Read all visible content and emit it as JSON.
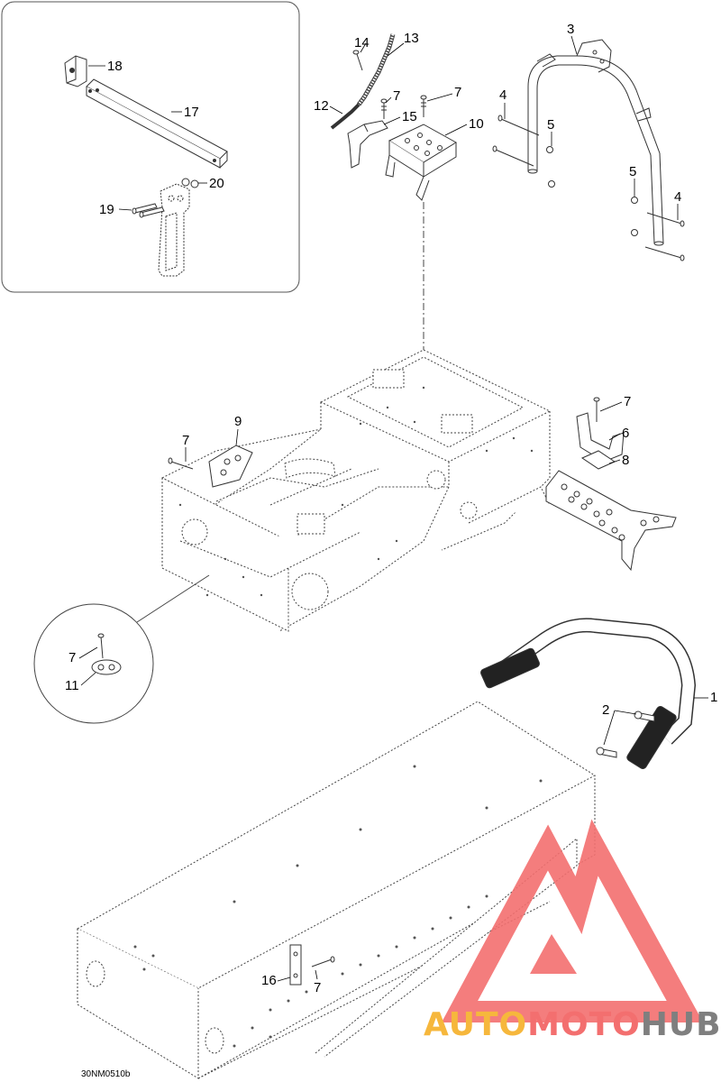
{
  "diagram": {
    "reference_code": "30NM0510b",
    "callouts": {
      "c1": "1",
      "c2": "2",
      "c3": "3",
      "c4a": "4",
      "c4b": "4",
      "c5a": "5",
      "c5b": "5",
      "c6": "6",
      "c7a": "7",
      "c7b": "7",
      "c7c": "7",
      "c7d": "7",
      "c7e": "7",
      "c7f": "7",
      "c8": "8",
      "c9": "9",
      "c10": "10",
      "c11": "11",
      "c12": "12",
      "c13": "13",
      "c14": "14",
      "c15": "15",
      "c16": "16",
      "c17": "17",
      "c18": "18",
      "c19": "19",
      "c20": "20"
    }
  },
  "watermark": {
    "text_part1": "AUTO",
    "text_part2": "MOTO",
    "text_part3": "HUB",
    "colors": {
      "auto": "#f6b73c",
      "moto": "#f36f6f",
      "hub": "#7f7f7f",
      "logo": "#f36f6f"
    }
  }
}
